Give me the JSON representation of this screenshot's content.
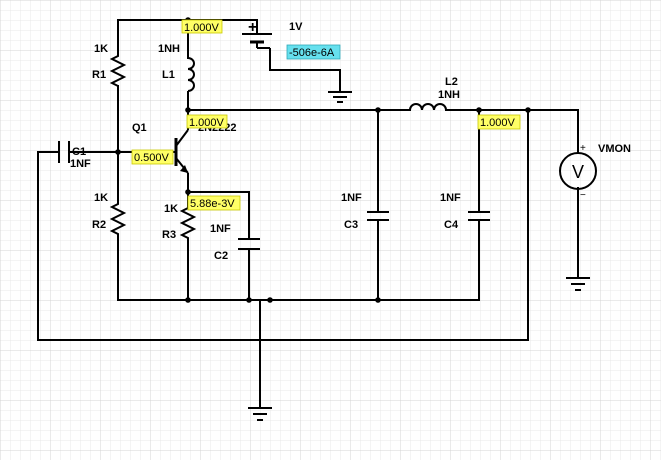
{
  "colors": {
    "background": "#ffffff",
    "grid_minor": "#e9e9e9",
    "grid_major": "#cfcfcf",
    "wire": "#000000",
    "voltage_probe_bg": "#ffff66",
    "current_probe_bg": "#66e0ee",
    "junction": "#000000"
  },
  "components": {
    "r1": {
      "name": "R1",
      "value": "1K"
    },
    "r2": {
      "name": "R2",
      "value": "1K"
    },
    "r3": {
      "name": "R3",
      "value": "1K"
    },
    "l1": {
      "name": "L1",
      "value": "1NH"
    },
    "l2": {
      "name": "L2",
      "value": "1NH"
    },
    "c1": {
      "name": "C1",
      "value": "1NF"
    },
    "c2": {
      "name": "C2",
      "value": "1NF"
    },
    "c3": {
      "name": "C3",
      "value": "1NF"
    },
    "c4": {
      "name": "C4",
      "value": "1NF"
    },
    "q1": {
      "name": "Q1",
      "model": "2N2222"
    },
    "vsrc": {
      "value": "1V",
      "plus": "+"
    },
    "vmon": {
      "name": "VMON",
      "symbol": "V",
      "plus": "+",
      "minus": "−"
    }
  },
  "probes": {
    "top_node": "1.000V",
    "current": "-506e-6A",
    "collector": "1.000V",
    "output": "1.000V",
    "base": "0.500V",
    "emitter": "5.88e-3V"
  },
  "icons": [
    "ground-icon",
    "resistor-icon",
    "inductor-icon",
    "capacitor-icon",
    "npn-transistor-icon",
    "battery-icon",
    "voltmeter-icon"
  ]
}
